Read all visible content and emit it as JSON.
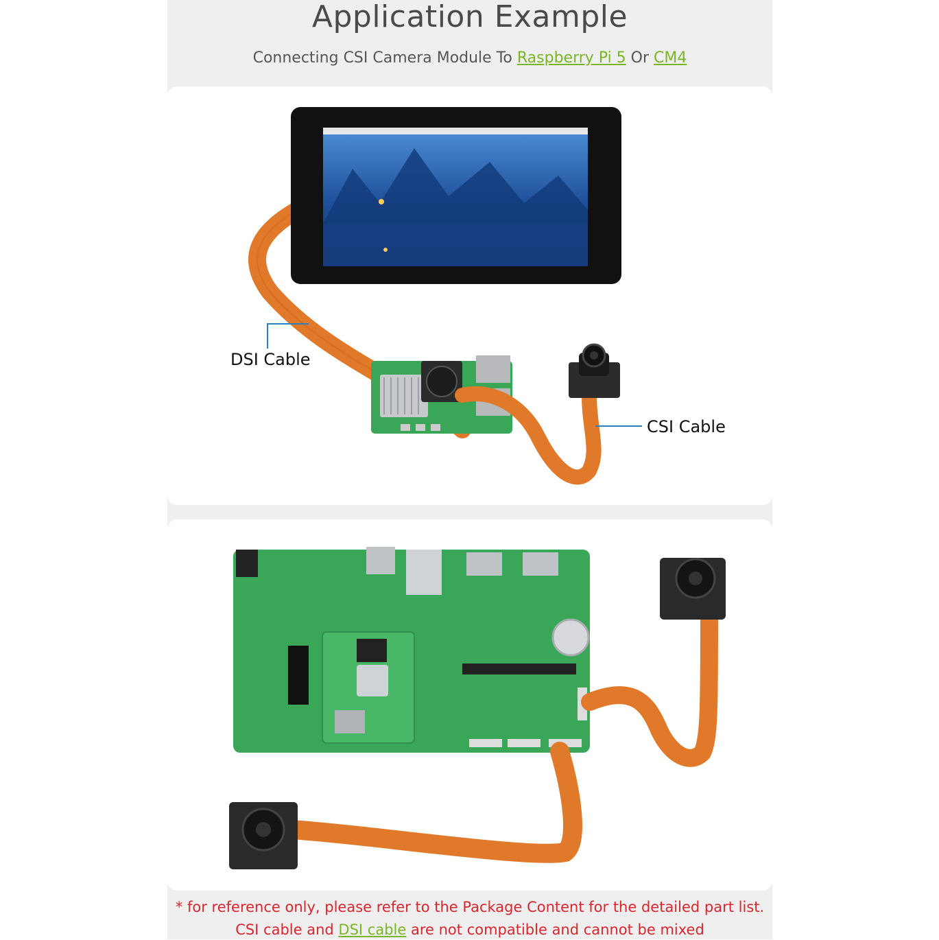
{
  "header": {
    "title": "Application Example",
    "subtitle_prefix": "Connecting CSI Camera Module To",
    "link_pi5": "Raspberry Pi 5",
    "subtitle_or": "Or",
    "link_cm4": "CM4"
  },
  "panel_top": {
    "dsi_label": "DSI Cable",
    "csi_label": "CSI Cable"
  },
  "footer": {
    "note_line1": "* for reference only, please refer to the Package Content for the detailed part list.",
    "note_line2_prefix": "CSI cable and",
    "note_line2_link": "DSI cable",
    "note_line2_suffix": "are not compatible and cannot be mixed"
  },
  "colors": {
    "accent_green": "#7ab526",
    "note_red": "#d8262f",
    "cable_orange": "#e07a2a",
    "pcb_green": "#3aa657",
    "callout_blue": "#2a7fc1"
  }
}
